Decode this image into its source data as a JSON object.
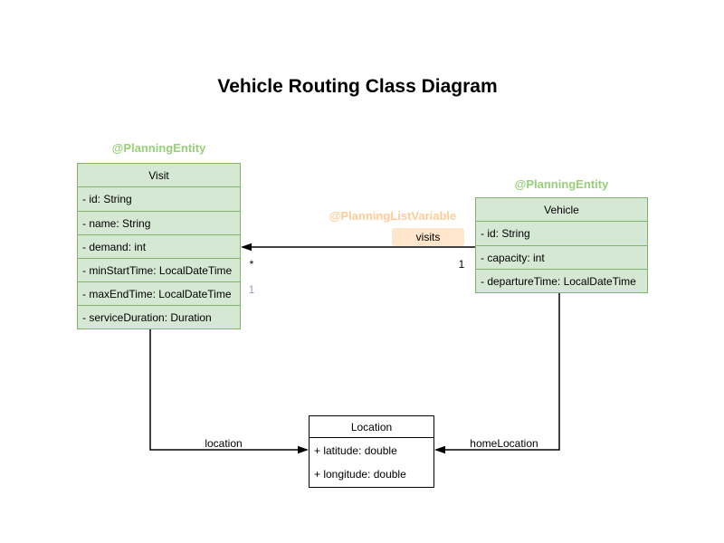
{
  "title": "Vehicle Routing Class Diagram",
  "colors": {
    "green_fill": "#d5e8d4",
    "green_border": "#82b366",
    "green_annotation": "#97d077",
    "orange_fill": "#ffe6cc",
    "orange_annotation": "#ffcc99",
    "purple_label": "#a98fc9",
    "line": "#000000"
  },
  "classes": {
    "visit": {
      "annotation": "@PlanningEntity",
      "name": "Visit",
      "attributes": [
        "- id: String",
        "- name: String",
        "- demand: int",
        "- minStartTime: LocalDateTime",
        "- maxEndTime: LocalDateTime",
        "- serviceDuration: Duration"
      ]
    },
    "vehicle": {
      "annotation": "@PlanningEntity",
      "name": "Vehicle",
      "attributes": [
        "- id: String",
        "- capacity: int",
        "- departureTime: LocalDateTime"
      ]
    },
    "location": {
      "name": "Location",
      "attributes": [
        "+ latitude: double",
        "+ longitude: double"
      ]
    }
  },
  "edges": {
    "visits": {
      "annotation": "@PlanningListVariable",
      "label": "visits",
      "multiplicity_target": "*",
      "multiplicity_source": "1",
      "index_label": "1"
    },
    "location": {
      "label": "location"
    },
    "home_location": {
      "label": "homeLocation"
    }
  }
}
